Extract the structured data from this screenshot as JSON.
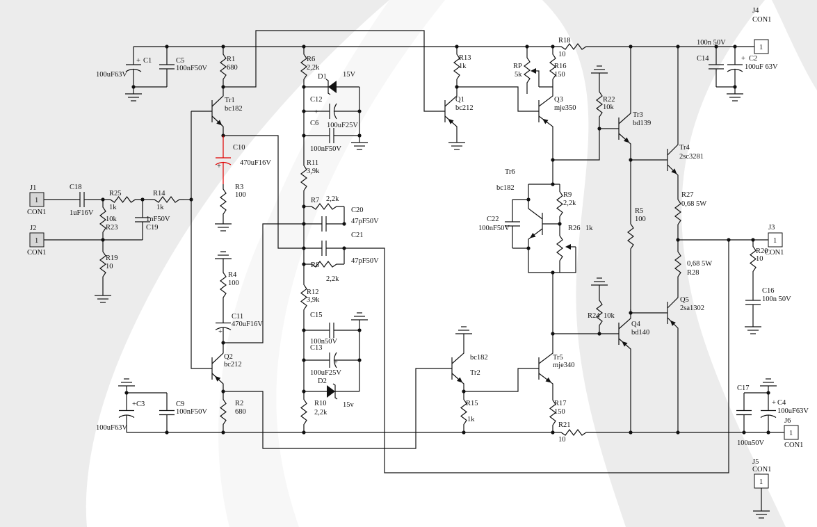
{
  "connector_pin": "1",
  "polarity_mark": "+",
  "colors": {
    "wire": "#111111",
    "highlight_capacitor": "#e00000",
    "background_swirl": "#ececec"
  },
  "components": {
    "C1": {
      "ref": "C1",
      "value": "100uF63V"
    },
    "C5": {
      "ref": "C5",
      "value": "100nF50V"
    },
    "R1": {
      "ref": "R1",
      "value": "680"
    },
    "Tr1": {
      "ref": "Tr1",
      "value": "bc182"
    },
    "R6": {
      "ref": "R6",
      "value": "2,2k"
    },
    "D1": {
      "ref": "D1",
      "value": "15V"
    },
    "C12": {
      "ref": "C12",
      "value": "100uF25V"
    },
    "C6": {
      "ref": "C6",
      "value": "100nF50V"
    },
    "C10": {
      "ref": "C10",
      "value": "470uF16V"
    },
    "R11": {
      "ref": "R11",
      "value": "3,9k"
    },
    "R3": {
      "ref": "R3",
      "value": "100"
    },
    "J1": {
      "ref": "J1",
      "value": "CON1"
    },
    "J2": {
      "ref": "J2",
      "value": "CON1"
    },
    "C18": {
      "ref": "C18",
      "value": "1uF16V"
    },
    "R25": {
      "ref": "R25",
      "value": "1k"
    },
    "R14": {
      "ref": "R14",
      "value": "1k"
    },
    "R23": {
      "ref": "R23",
      "value": "10k"
    },
    "C19": {
      "ref": "C19",
      "value": "1nF50V"
    },
    "R19": {
      "ref": "R19",
      "value": "10"
    },
    "R7": {
      "ref": "R7",
      "value": "2,2k"
    },
    "C20": {
      "ref": "C20",
      "value": "47pF50V"
    },
    "C21": {
      "ref": "C21",
      "value": "47pF50V"
    },
    "R8": {
      "ref": "R8",
      "value": "2,2k"
    },
    "R4": {
      "ref": "R4",
      "value": "100"
    },
    "C11": {
      "ref": "C11",
      "value": "470uF16V"
    },
    "Q2": {
      "ref": "Q2",
      "value": "bc212"
    },
    "R12": {
      "ref": "R12",
      "value": "3,9k"
    },
    "C15": {
      "ref": "C15",
      "value": "100n50V"
    },
    "C13": {
      "ref": "C13",
      "value": "100uF25V"
    },
    "D2": {
      "ref": "D2",
      "value": "15v"
    },
    "R10": {
      "ref": "R10",
      "value": "2,2k"
    },
    "C3": {
      "ref": "C3",
      "value": "100uF63V"
    },
    "C9": {
      "ref": "C9",
      "value": "100nF50V"
    },
    "R2": {
      "ref": "R2",
      "value": "680"
    },
    "R13": {
      "ref": "R13",
      "value": "1k"
    },
    "Q1": {
      "ref": "Q1",
      "value": "bc212"
    },
    "RP": {
      "ref": "RP",
      "value": "5k"
    },
    "R16": {
      "ref": "R16",
      "value": "150"
    },
    "R18": {
      "ref": "R18",
      "value": "10"
    },
    "Q3": {
      "ref": "Q3",
      "value": "mje350"
    },
    "R22": {
      "ref": "R22",
      "value": "10k"
    },
    "Tr3": {
      "ref": "Tr3",
      "value": "bd139"
    },
    "Tr4": {
      "ref": "Tr4",
      "value": "2sc3281"
    },
    "Tr6": {
      "ref": "Tr6",
      "value": "bc182"
    },
    "R9": {
      "ref": "R9",
      "value": "2,2k"
    },
    "C22": {
      "ref": "C22",
      "value": "100nF50V"
    },
    "R26": {
      "ref": "R26",
      "value": "1k"
    },
    "R5": {
      "ref": "R5",
      "value": "100"
    },
    "R27": {
      "ref": "R27",
      "value": "0,68 5W"
    },
    "R28": {
      "ref": "R28",
      "value": "0,68 5W"
    },
    "Q5": {
      "ref": "Q5",
      "value": "2sa1302"
    },
    "R24": {
      "ref": "R24",
      "value": "10k"
    },
    "Q4": {
      "ref": "Q4",
      "value": "bd140"
    },
    "Tr2": {
      "ref": "Tr2",
      "value": "bc182"
    },
    "R15": {
      "ref": "R15",
      "value": "1k"
    },
    "Tr5": {
      "ref": "Tr5",
      "value": "mje340"
    },
    "R17": {
      "ref": "R17",
      "value": "150"
    },
    "R21": {
      "ref": "R21",
      "value": "10"
    },
    "J4": {
      "ref": "J4",
      "value": "CON1"
    },
    "C14": {
      "ref": "C14",
      "value": "100n 50V"
    },
    "C2": {
      "ref": "C2",
      "value": "100uF 63V"
    },
    "J3": {
      "ref": "J3",
      "value": "CON1"
    },
    "R20": {
      "ref": "R20",
      "value": "10"
    },
    "C16": {
      "ref": "C16",
      "value": "100n 50V"
    },
    "C17": {
      "ref": "C17",
      "value": "100n50V"
    },
    "C4": {
      "ref": "C4",
      "value": "100uF63V"
    },
    "J6": {
      "ref": "J6",
      "value": "CON1"
    },
    "J5": {
      "ref": "J5",
      "value": "CON1"
    }
  }
}
